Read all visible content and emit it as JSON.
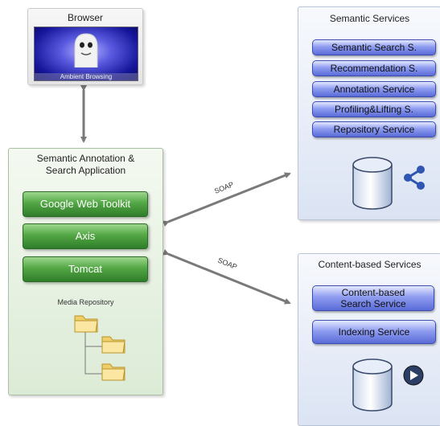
{
  "browser": {
    "title": "Browser",
    "screen_caption": "Ambient Browsing"
  },
  "app": {
    "title_line1": "Semantic Annotation &",
    "title_line2": "Search Application",
    "buttons": [
      "Google Web Toolkit",
      "Axis",
      "Tomcat"
    ],
    "media_label": "Media Repository"
  },
  "connections": {
    "top_label": "SOAP",
    "bottom_label": "SOAP"
  },
  "semantic_services": {
    "title": "Semantic Services",
    "items": [
      "Semantic Search S.",
      "Recommendation S.",
      "Annotation Service",
      "Profiling&Lifting S.",
      "Repository Service"
    ]
  },
  "content_services": {
    "title": "Content-based Services",
    "item1_line1": "Content-based",
    "item1_line2": "Search Service",
    "item2": "Indexing Service"
  },
  "colors": {
    "green_button": "#3f8f36",
    "blue_button": "#7786e6",
    "app_panel": "#e6f0e1",
    "service_panel": "#e6ebf7",
    "arrow": "#7a7a7a"
  }
}
